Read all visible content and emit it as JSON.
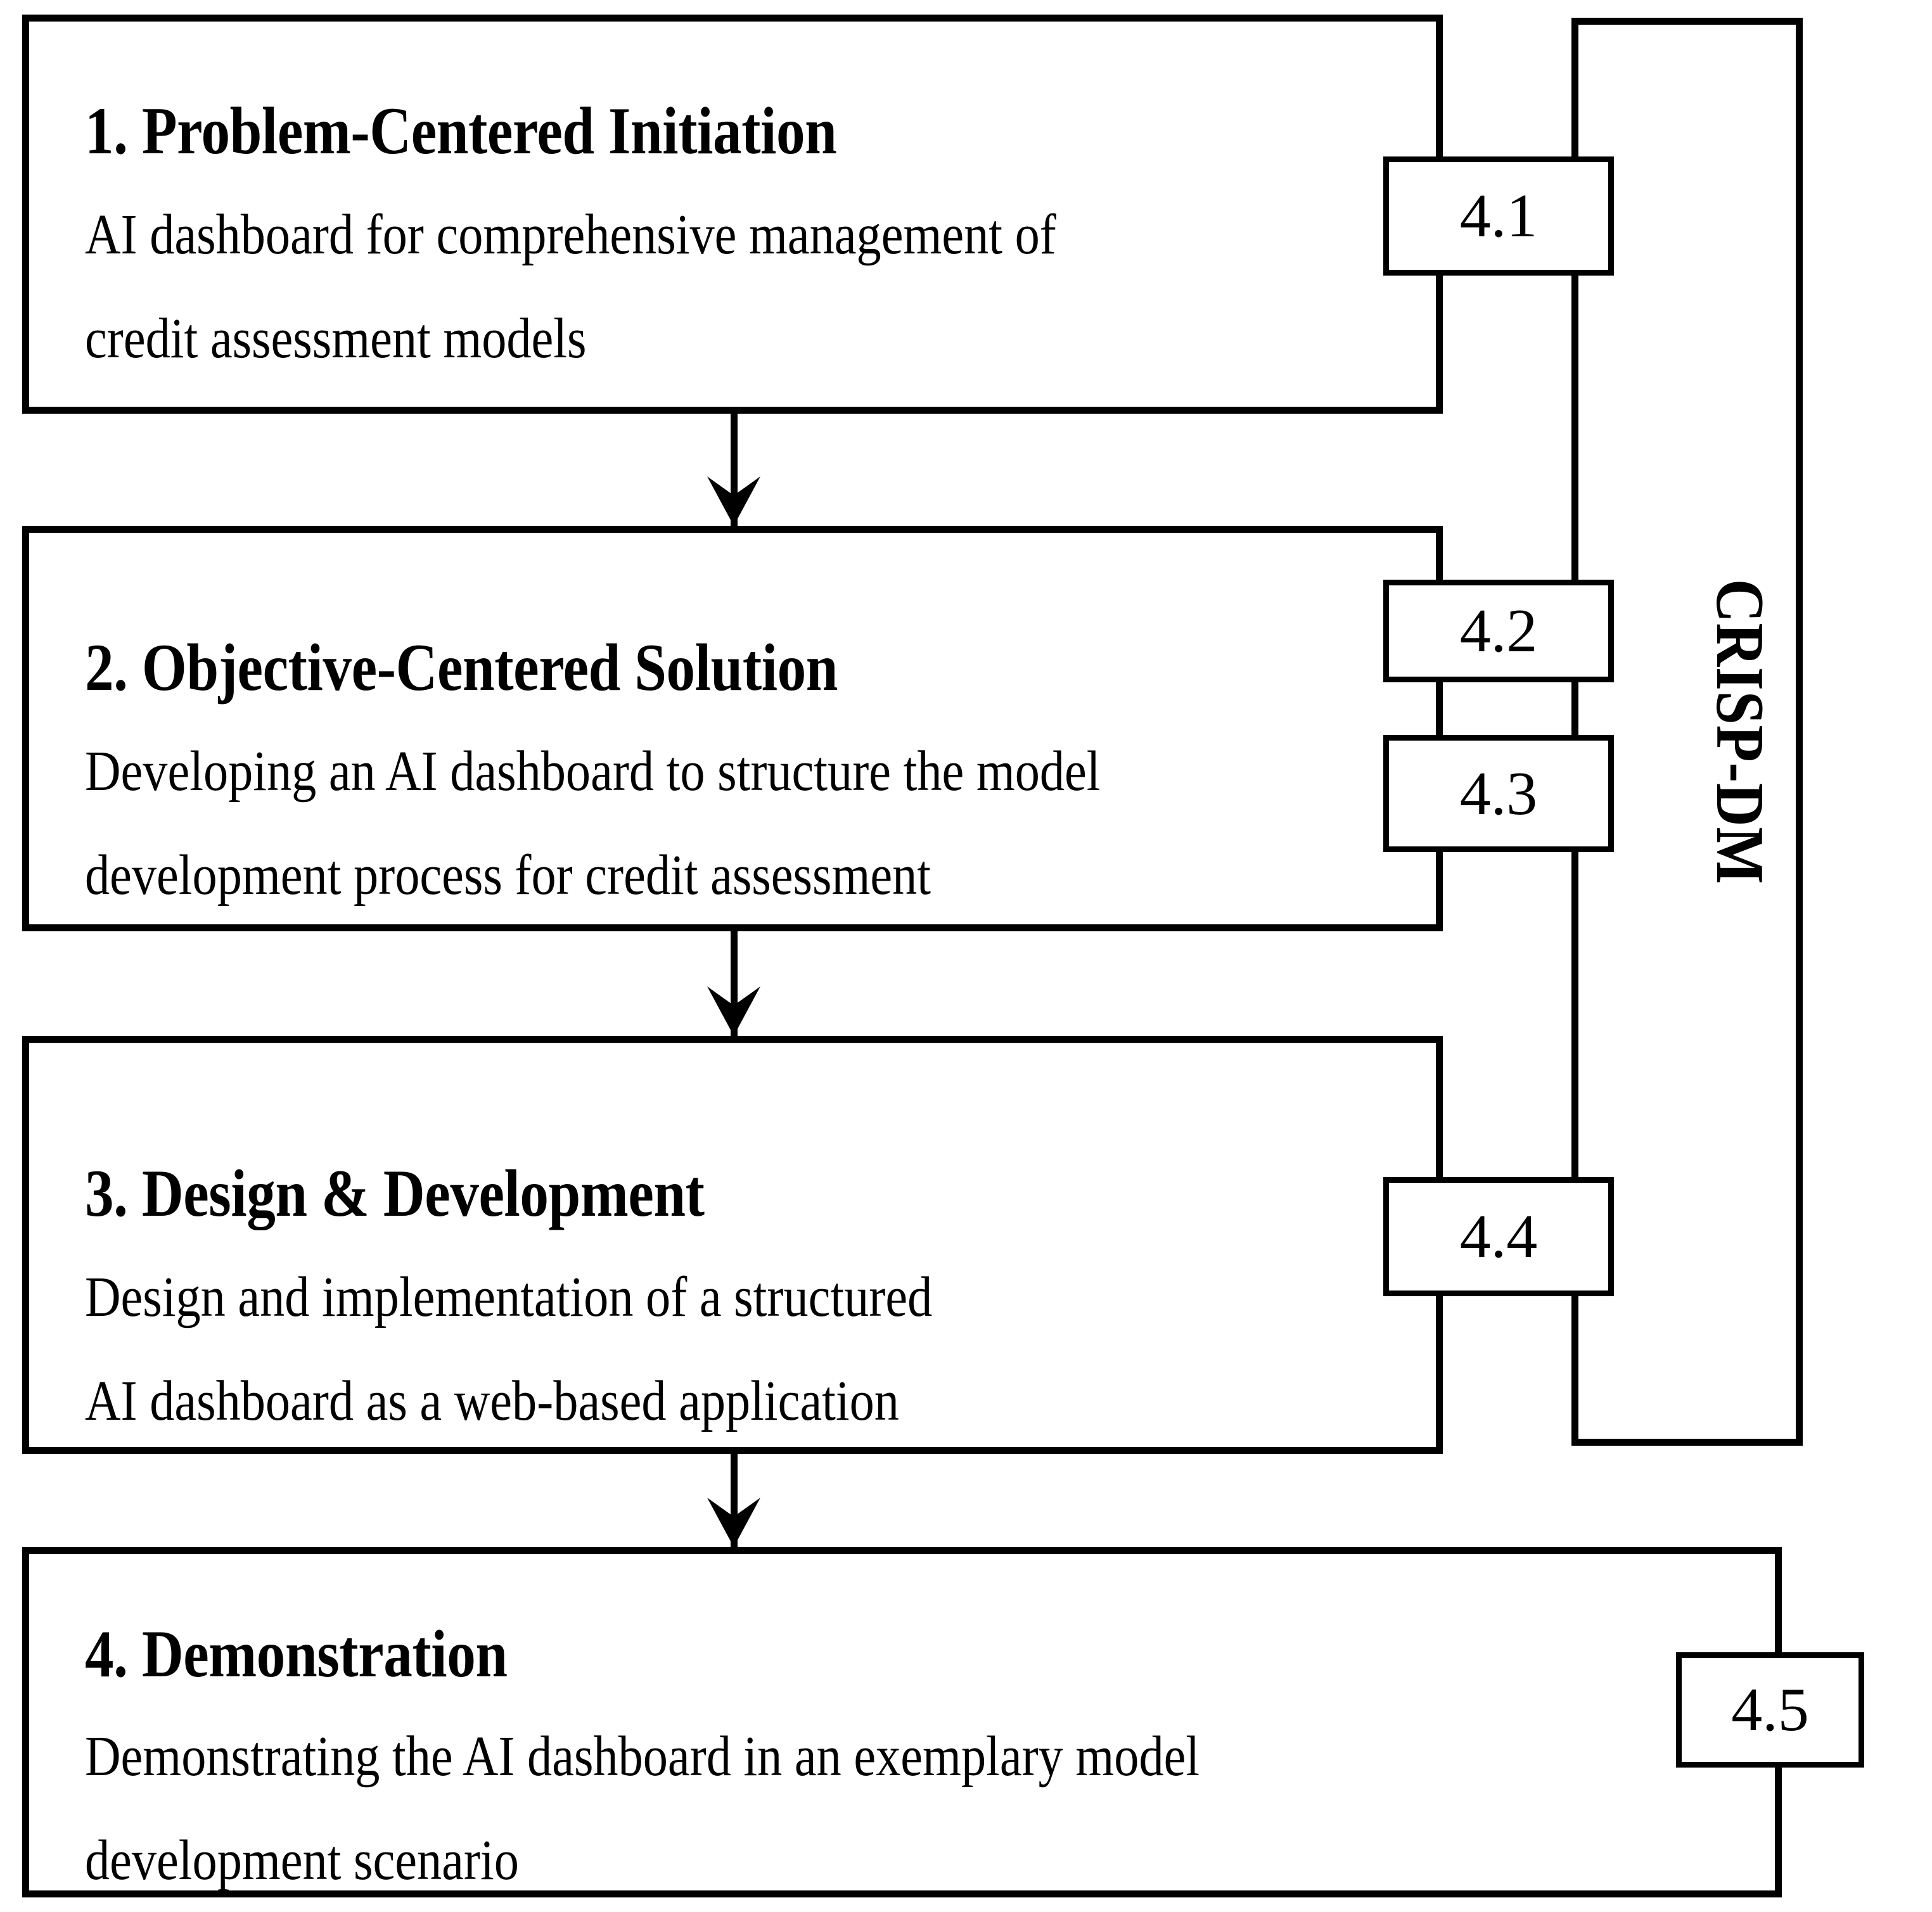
{
  "diagram": {
    "framework_label": "CRISP-DM",
    "stages": [
      {
        "id": "stage-1",
        "title": "1. Problem-Centered Initiation",
        "desc_line1": "AI dashboard for comprehensive management of",
        "desc_line2": "credit assessment models"
      },
      {
        "id": "stage-2",
        "title": "2. Objective-Centered Solution",
        "desc_line1": "Developing an AI dashboard to structure the model",
        "desc_line2": "development process for credit assessment"
      },
      {
        "id": "stage-3",
        "title": "3. Design & Development",
        "desc_line1": "Design and implementation of a structured",
        "desc_line2": "AI dashboard as a web-based application"
      },
      {
        "id": "stage-4",
        "title": "4. Demonstration",
        "desc_line1": "Demonstrating the AI dashboard in an exemplary model",
        "desc_line2": "development scenario"
      }
    ],
    "section_tags": [
      {
        "id": "tag-4-1",
        "label": "4.1"
      },
      {
        "id": "tag-4-2",
        "label": "4.2"
      },
      {
        "id": "tag-4-3",
        "label": "4.3"
      },
      {
        "id": "tag-4-4",
        "label": "4.4"
      },
      {
        "id": "tag-4-5",
        "label": "4.5"
      }
    ],
    "colors": {
      "stroke": "#000000",
      "background": "#ffffff"
    }
  }
}
